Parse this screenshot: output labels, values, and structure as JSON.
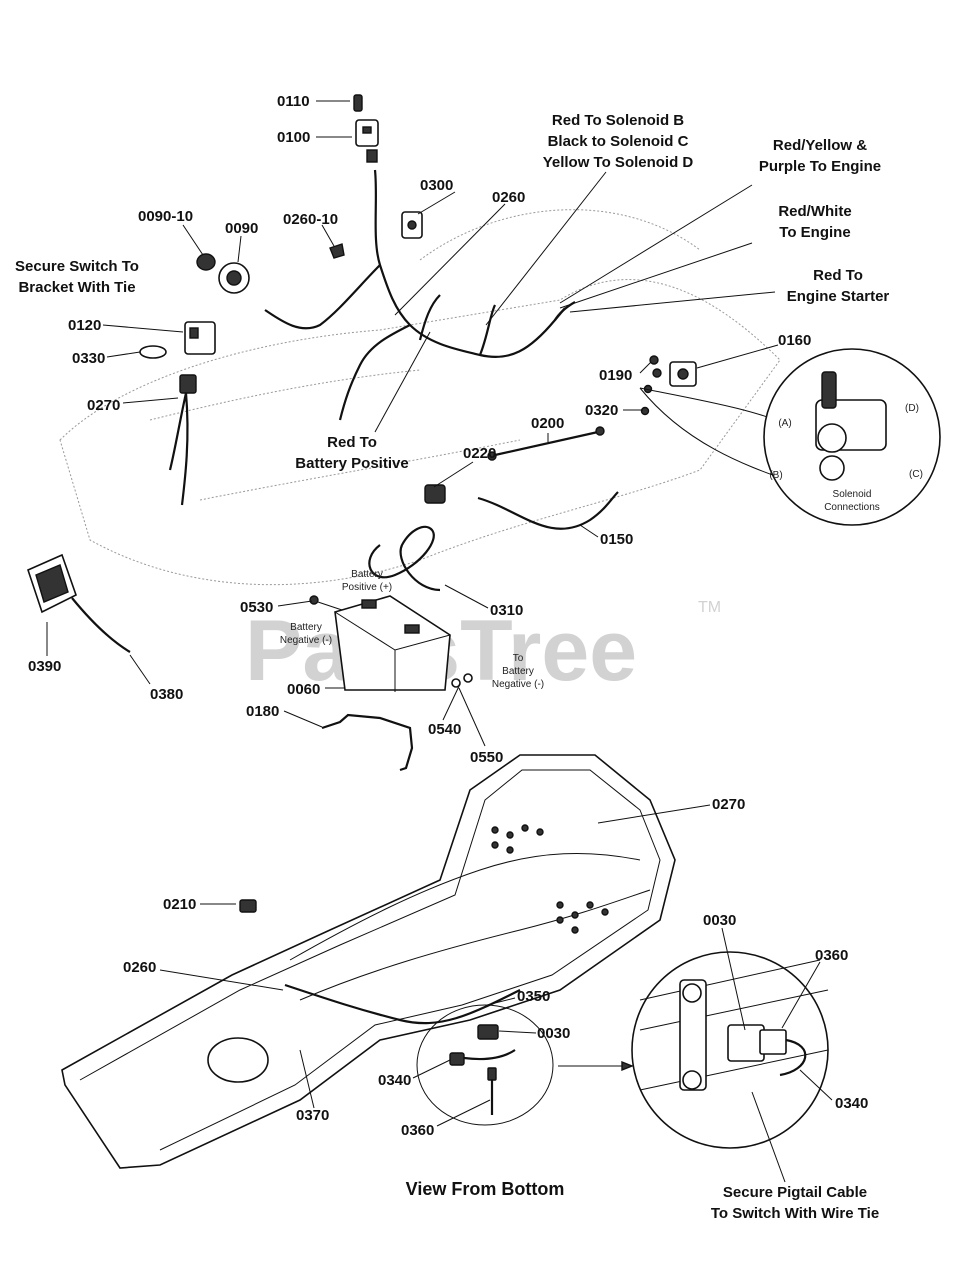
{
  "watermark": {
    "text": "PartsTree",
    "trademark": "TM"
  },
  "parts": {
    "p0110": "0110",
    "p0100": "0100",
    "p0300": "0300",
    "p0260_top": "0260",
    "p0260_10": "0260-10",
    "p0090_10": "0090-10",
    "p0090": "0090",
    "p0120": "0120",
    "p0330": "0330",
    "p0270_top": "0270",
    "p0190": "0190",
    "p0160": "0160",
    "p0320": "0320",
    "p0200": "0200",
    "p0220": "0220",
    "p0150": "0150",
    "p0310": "0310",
    "p0530": "0530",
    "p0060": "0060",
    "p0540": "0540",
    "p0180": "0180",
    "p0550": "0550",
    "p0390": "0390",
    "p0380": "0380",
    "p0270_bottom": "0270",
    "p0210": "0210",
    "p0260_bottom": "0260",
    "p0350": "0350",
    "p0030_left": "0030",
    "p0340_left": "0340",
    "p0370": "0370",
    "p0360_left": "0360",
    "p0030_right": "0030",
    "p0360_right": "0360",
    "p0340_right": "0340"
  },
  "notes": {
    "red_to_solenoid_b": "Red To Solenoid B",
    "black_to_solenoid_c": "Black to Solenoid C",
    "yellow_to_solenoid_d": "Yellow To Solenoid D",
    "red_yellow": "Red/Yellow &",
    "purple_to_engine": "Purple To Engine",
    "red_white": "Red/White",
    "to_engine": "To Engine",
    "red_to": "Red To",
    "engine_starter": "Engine Starter",
    "secure_switch_1": "Secure Switch To",
    "secure_switch_2": "Bracket With Tie",
    "red_to_2": "Red To",
    "battery_positive": "Battery Positive",
    "view_from_bottom": "View From Bottom",
    "secure_pigtail_1": "Secure Pigtail Cable",
    "secure_pigtail_2": "To Switch With Wire Tie"
  },
  "callouts": {
    "solenoid_a": "(A)",
    "solenoid_b": "(B)",
    "solenoid_c": "(C)",
    "solenoid_d": "(D)",
    "solenoid_connections_1": "Solenoid",
    "solenoid_connections_2": "Connections",
    "battery_positive_1": "Battery",
    "battery_positive_2": "Positive (+)",
    "battery_negative_1": "Battery",
    "battery_negative_2": "Negative (-)",
    "to_battery_negative_1": "To",
    "to_battery_negative_2": "Battery",
    "to_battery_negative_3": "Negative (-)"
  }
}
